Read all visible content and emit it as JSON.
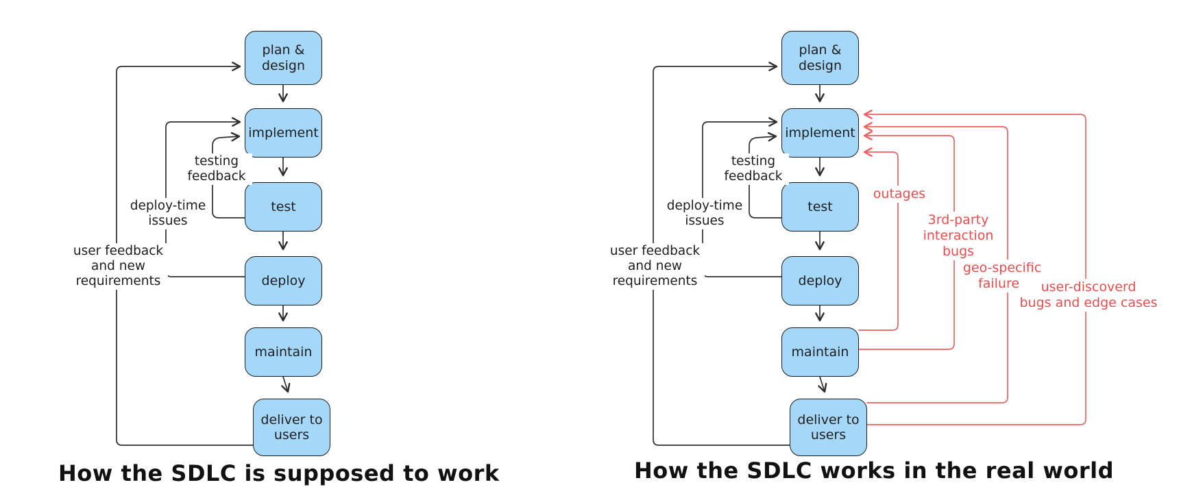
{
  "colors": {
    "node_fill": "#a5d8f8",
    "node_stroke": "#1c1c1c",
    "arrow": "#2e2e2e",
    "failure": "#ec4b4b"
  },
  "left_diagram": {
    "caption": "How the SDLC is supposed to work",
    "nodes": [
      {
        "label": "plan &\ndesign"
      },
      {
        "label": "implement"
      },
      {
        "label": "test"
      },
      {
        "label": "deploy"
      },
      {
        "label": "maintain"
      },
      {
        "label": "deliver to\nusers"
      }
    ],
    "edge_labels": [
      {
        "label": "testing\nfeedback"
      },
      {
        "label": "deploy-time\nissues"
      },
      {
        "label": "user feedback\nand new\nrequirements"
      }
    ]
  },
  "right_diagram": {
    "caption": "How the SDLC works in the real world",
    "nodes": [
      {
        "label": "plan &\ndesign"
      },
      {
        "label": "implement"
      },
      {
        "label": "test"
      },
      {
        "label": "deploy"
      },
      {
        "label": "maintain"
      },
      {
        "label": "deliver to\nusers"
      }
    ],
    "edge_labels": [
      {
        "label": "testing\nfeedback"
      },
      {
        "label": "deploy-time\nissues"
      },
      {
        "label": "user feedback\nand new\nrequirements"
      }
    ],
    "failure_labels": [
      {
        "label": "outages"
      },
      {
        "label": "3rd-party\ninteraction\nbugs"
      },
      {
        "label": "geo-specific\nfailures"
      },
      {
        "label": "user-discoverd\nbugs and edge cases"
      }
    ]
  }
}
